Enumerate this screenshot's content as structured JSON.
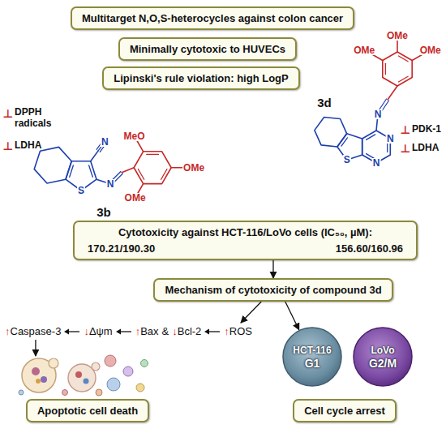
{
  "diagram": {
    "nodes": [
      {
        "text": [
          "Multitarget N,O,S-heterocycles against colon cancer"
        ]
      },
      {
        "text": [
          "Minimally cytotoxic to HUVECs"
        ]
      },
      {
        "text": [
          "Lipinski's rule violation: high LogP"
        ]
      },
      {
        "text": [
          "Cytotoxicity against HCT-116/LoVo cells (IC₅₀, µM):",
          "170.21/190.30",
          "156.60/160.96"
        ]
      },
      {
        "text": [
          "Mechanism of cytotoxicity of compound 3d"
        ]
      },
      {
        "text": [
          "HCT-116",
          "G1"
        ]
      },
      {
        "text": [
          "LoVo",
          "G2/M"
        ]
      },
      {
        "text": [
          "Apoptotic cell death"
        ]
      },
      {
        "text": [
          "Cell cycle arrest"
        ]
      }
    ],
    "edges": [
      {
        "from": 3,
        "to": 4,
        "arrow": "to"
      },
      {
        "from": 4,
        "to": 5,
        "arrow": "to"
      }
    ],
    "labels": [
      "⊥",
      "DPPH radicals",
      "⊥",
      "LDHA",
      "N",
      "N",
      "S",
      "MeO",
      "OMe",
      "OMe",
      "3b",
      "OMe",
      "OMe",
      "OMe",
      "N",
      "N",
      "N",
      "S",
      "3d",
      "⊥",
      "PDK-1",
      "⊥",
      "LDHA",
      "↑",
      "Caspase-3",
      "↓",
      "Δψm",
      "↑",
      "Bax",
      "&",
      "↓",
      "Bcl-2",
      "↑",
      "ROS"
    ]
  }
}
